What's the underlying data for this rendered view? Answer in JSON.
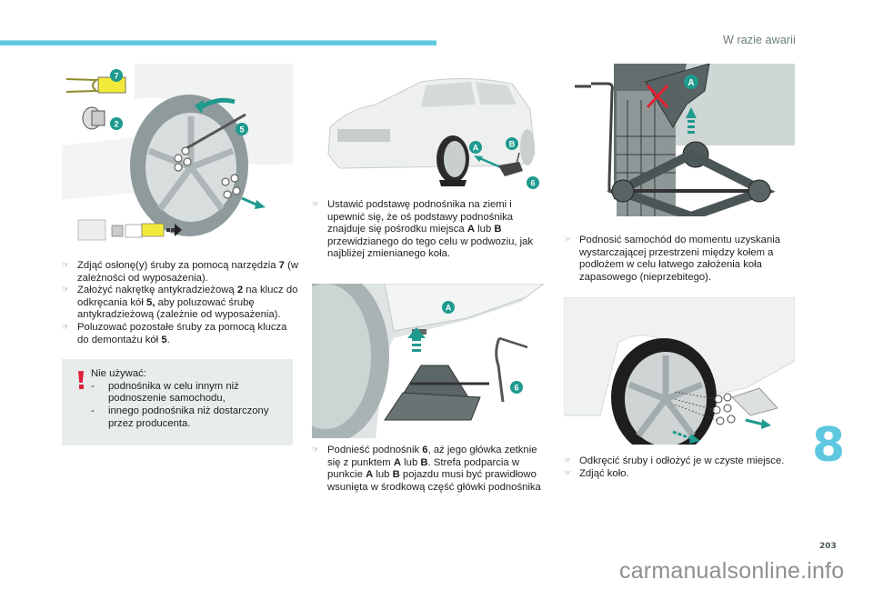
{
  "header": {
    "section_title": "W razie awarii",
    "accent_color": "#5fc8e0"
  },
  "figures": {
    "fig1": {
      "description": "Wheel bolt cover removal and loosening with wrench",
      "callouts": [
        "7",
        "2",
        "5"
      ]
    },
    "fig2": {
      "description": "Car with jack points",
      "callouts": [
        "A",
        "B",
        "6"
      ]
    },
    "fig3": {
      "description": "Jack positioned under point A",
      "callouts": [
        "A",
        "6"
      ]
    },
    "fig4": {
      "description": "Jack head engaging point A, incorrect position crossed",
      "callouts": [
        "A"
      ]
    },
    "fig5": {
      "description": "Removing wheel bolts and wheel",
      "callouts": []
    },
    "callout_color": "#1f9a8e",
    "highlight_color": "#f2ea3a"
  },
  "column1": {
    "bullets": [
      {
        "parts": [
          [
            "Zdjąć osłonę(y) śruby za pomocą narzędzia ",
            false
          ],
          [
            "7",
            true
          ],
          [
            " (w zależności od wyposażenia).",
            false
          ]
        ]
      },
      {
        "parts": [
          [
            "Założyć nakrętkę antykradzieżową ",
            false
          ],
          [
            "2",
            true
          ],
          [
            " na klucz do odkręcania kół ",
            false
          ],
          [
            "5,",
            true
          ],
          [
            " aby poluzować śrubę antykradzieżową (zależnie od wyposażenia).",
            false
          ]
        ]
      },
      {
        "parts": [
          [
            "Poluzować pozostałe śruby za pomocą klucza do demontażu kół ",
            false
          ],
          [
            "5",
            true
          ],
          [
            ".",
            false
          ]
        ]
      }
    ],
    "warning": {
      "title": "Nie używać:",
      "items": [
        "podnośnika w celu innym niż podnoszenie samochodu,",
        "innego podnośnika niż dostarczony przez producenta."
      ],
      "dash": "-",
      "color": "#e0203a"
    }
  },
  "column2": {
    "bullets_top": [
      {
        "parts": [
          [
            "Ustawić podstawę podnośnika na ziemi i upewnić się, że oś podstawy podnośnika znajduje się pośrodku miejsca ",
            false
          ],
          [
            "A",
            true
          ],
          [
            " lub ",
            false
          ],
          [
            "B",
            true
          ],
          [
            " przewidzianego do tego celu w podwoziu, jak najbliżej zmienianego koła.",
            false
          ]
        ]
      }
    ],
    "bullets_bottom": [
      {
        "parts": [
          [
            "Podnieść podnośnik ",
            false
          ],
          [
            "6",
            true
          ],
          [
            ", aż jego główka zetknie się z punktem ",
            false
          ],
          [
            "A",
            true
          ],
          [
            " lub ",
            false
          ],
          [
            "B",
            true
          ],
          [
            ". Strefa podparcia w punkcie ",
            false
          ],
          [
            "A",
            true
          ],
          [
            " lub ",
            false
          ],
          [
            "B",
            true
          ],
          [
            " pojazdu musi być prawidłowo wsunięta w środkową część główki podnośnika",
            false
          ]
        ]
      }
    ]
  },
  "column3": {
    "bullets_top": [
      {
        "parts": [
          [
            "Podnosić samochód do momentu uzyskania wystarczającej przestrzeni między kołem a podłożem w celu łatwego założenia koła zapasowego (nieprzebitego).",
            false
          ]
        ]
      }
    ],
    "bullets_bottom": [
      {
        "parts": [
          [
            "Odkręcić śruby i odłożyć je w czyste miejsce.",
            false
          ]
        ]
      },
      {
        "parts": [
          [
            "Zdjąć koło.",
            false
          ]
        ]
      }
    ]
  },
  "bullet_glyph": "☞",
  "chapter_number": "8",
  "page_number": "203",
  "watermark": "carmanualsonline.info"
}
